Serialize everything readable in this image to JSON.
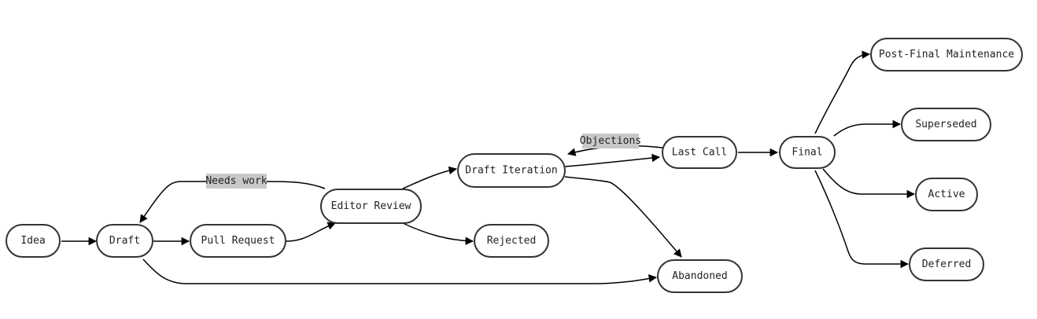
{
  "nodes": {
    "idea": "Idea",
    "draft": "Draft",
    "pull_request": "Pull Request",
    "editor_review": "Editor Review",
    "draft_iteration": "Draft Iteration",
    "rejected": "Rejected",
    "last_call": "Last Call",
    "final": "Final",
    "abandoned": "Abandoned",
    "post_final_maintenance": "Post-Final Maintenance",
    "superseded": "Superseded",
    "active": "Active",
    "deferred": "Deferred"
  },
  "edge_labels": {
    "needs_work": "Needs work",
    "objections": "Objections"
  },
  "colors": {
    "node_border": "#333333",
    "edge": "#000000",
    "label_background": "#c8c8c8"
  }
}
